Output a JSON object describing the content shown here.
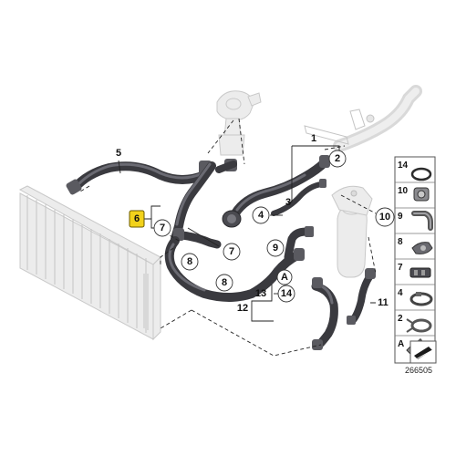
{
  "callouts": {
    "c1": "1",
    "c2": "2",
    "c3": "3",
    "c4": "4",
    "c5": "5",
    "c6": "6",
    "c7a": "7",
    "c7b": "7",
    "c8a": "8",
    "c8b": "8",
    "c9": "9",
    "c10": "10",
    "c11": "11",
    "c12": "12",
    "c13": "13",
    "c14": "14",
    "cA": "A"
  },
  "legend": [
    {
      "label": "14",
      "icon": "o-ring-icon"
    },
    {
      "label": "10",
      "icon": "clamp-connector-icon"
    },
    {
      "label": "9",
      "icon": "elbow-connector-icon"
    },
    {
      "label": "8",
      "icon": "hose-connector-icon"
    },
    {
      "label": "7",
      "icon": "quick-connector-icon"
    },
    {
      "label": "4",
      "icon": "hose-clamp-icon"
    },
    {
      "label": "2",
      "icon": "spring-clamp-icon"
    },
    {
      "label": "A",
      "icon": "bolt-icon"
    }
  ],
  "reference_number": "266505",
  "colors": {
    "hose": "#3a3a3f",
    "ghost_part": "#ececec",
    "highlight": "#f2d21b"
  }
}
